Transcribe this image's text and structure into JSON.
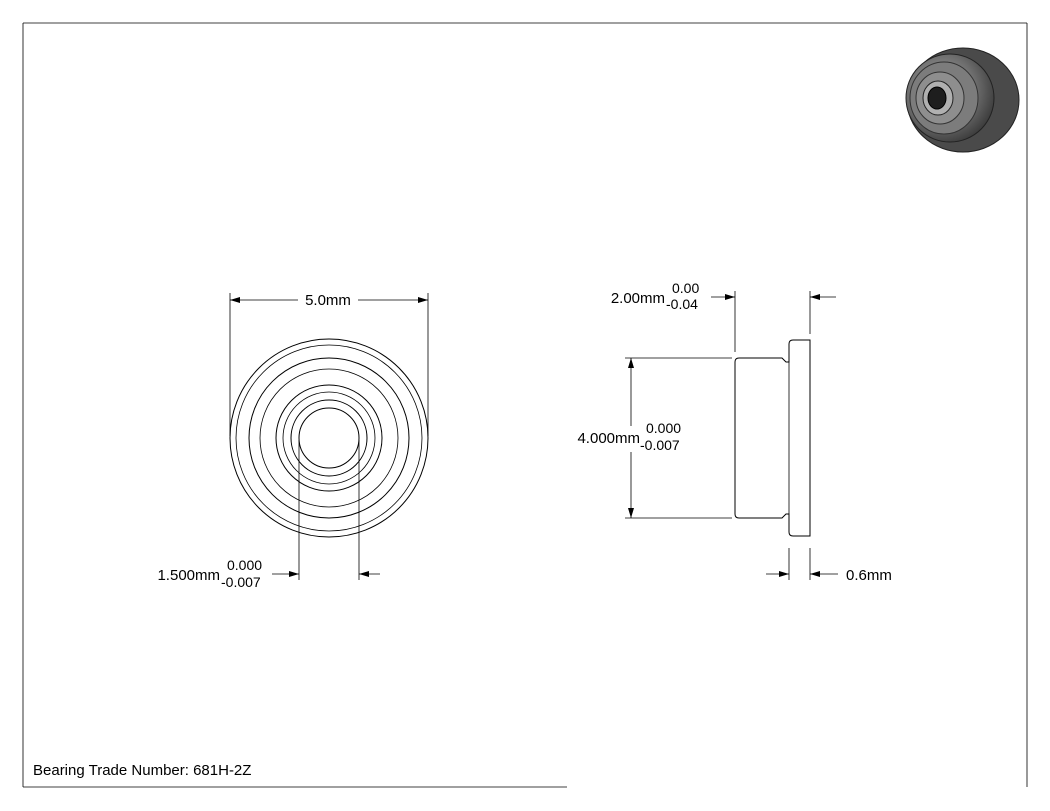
{
  "front_view": {
    "outer_diameter": "5.0mm",
    "bore": {
      "nominal": "1.500mm",
      "upper_tol": "0.000",
      "lower_tol": "-0.007"
    }
  },
  "side_view": {
    "width": {
      "nominal": "2.00mm",
      "upper_tol": "0.00",
      "lower_tol": "-0.04"
    },
    "body_diameter": {
      "nominal": "4.000mm",
      "upper_tol": "0.000",
      "lower_tol": "-0.007"
    },
    "flange_width": "0.6mm"
  },
  "title_block": {
    "label": "Bearing Trade Number: 681H-2Z"
  },
  "thumbnail": {
    "icon": "bearing-3d-icon"
  }
}
